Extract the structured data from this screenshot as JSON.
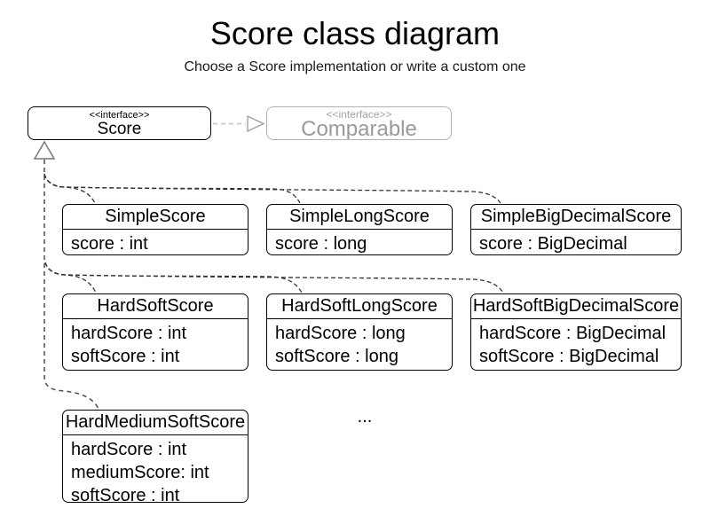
{
  "header": {
    "title": "Score class diagram",
    "subtitle": "Choose a Score implementation or write a custom one"
  },
  "interfaces": {
    "score": {
      "stereotype": "<<interface>>",
      "name": "Score"
    },
    "comparable": {
      "stereotype": "<<interface>>",
      "name": "Comparable"
    }
  },
  "classes": [
    {
      "name": "SimpleScore",
      "attributes": [
        "score : int"
      ]
    },
    {
      "name": "SimpleLongScore",
      "attributes": [
        "score : long"
      ]
    },
    {
      "name": "SimpleBigDecimalScore",
      "attributes": [
        "score : BigDecimal"
      ]
    },
    {
      "name": "HardSoftScore",
      "attributes": [
        "hardScore : int",
        "softScore : int"
      ]
    },
    {
      "name": "HardSoftLongScore",
      "attributes": [
        "hardScore : long",
        "softScore : long"
      ]
    },
    {
      "name": "HardSoftBigDecimalScore",
      "attributes": [
        "hardScore : BigDecimal",
        "softScore : BigDecimal"
      ]
    },
    {
      "name": "HardMediumSoftScore",
      "attributes": [
        "hardScore : int",
        "mediumScore: int",
        "softScore : int"
      ]
    }
  ],
  "ellipsis": "...",
  "relations": {
    "score_to_comparable": "realization (dashed, hollow triangle)",
    "implementations_to_score": "realization (dashed, hollow triangle)"
  },
  "colors": {
    "text": "#000000",
    "box_border": "#000000",
    "muted_text": "#9a9a9a",
    "muted_border": "#b1b1b1",
    "muted_connector": "#c6c6c6",
    "realization_line": "#4d4d4d",
    "branch_line": "#333333"
  }
}
